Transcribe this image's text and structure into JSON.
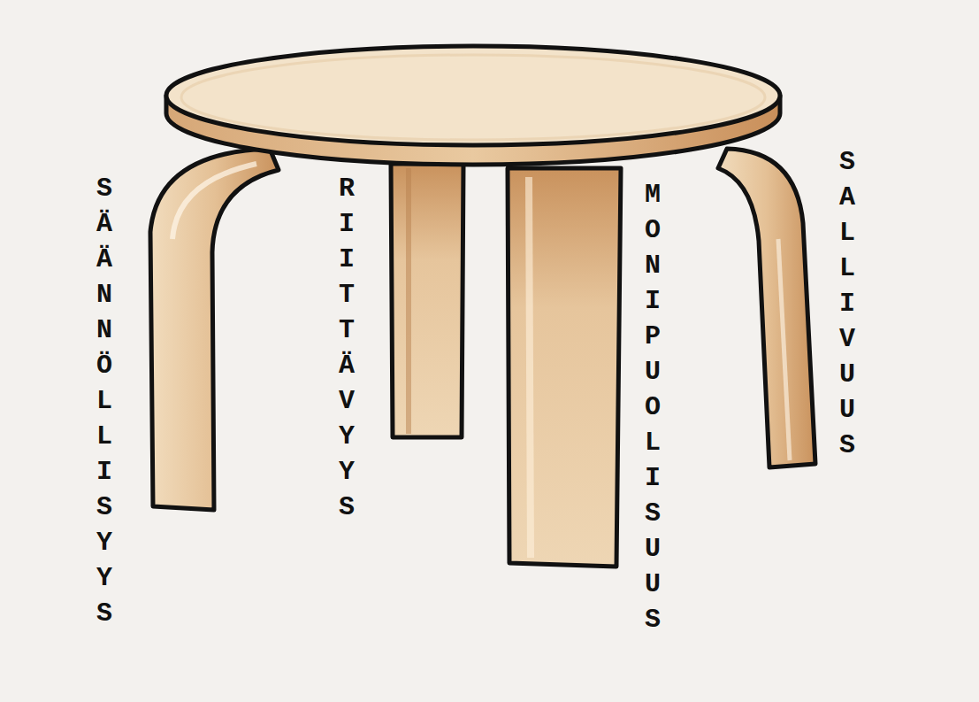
{
  "diagram": {
    "labels": [
      "SÄÄNNÖLLISYYS",
      "RIITTÄVYYS",
      "MONIPUOLISUUS",
      "SALLIVUUS"
    ]
  }
}
